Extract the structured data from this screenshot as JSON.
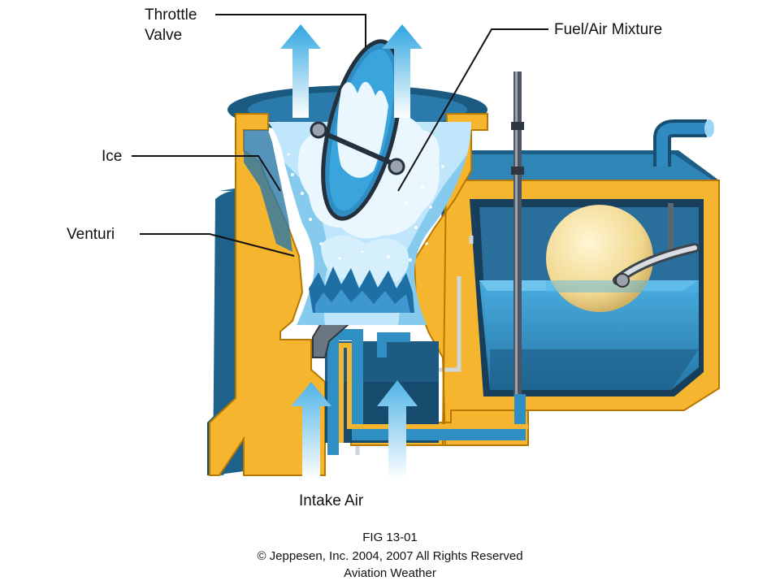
{
  "labels": {
    "throttle_line1": "Throttle",
    "throttle_line2": "Valve",
    "fuel_air_mixture": "Fuel/Air Mixture",
    "ice": "Ice",
    "venturi": "Venturi",
    "intake_air": "Intake Air"
  },
  "caption": {
    "figure": "FIG 13-01",
    "copyright_symbol": "©",
    "copyright": "Jeppesen, Inc. 2004, 2007 All Rights Reserved",
    "subject": "Aviation Weather"
  },
  "colors": {
    "housing_yellow": "#f6b52e",
    "housing_blue": "#1f6a93",
    "fuel_blue": "#2f8ec2",
    "ice_white": "#e6f6ff",
    "float_cream": "#f5e3a4"
  }
}
